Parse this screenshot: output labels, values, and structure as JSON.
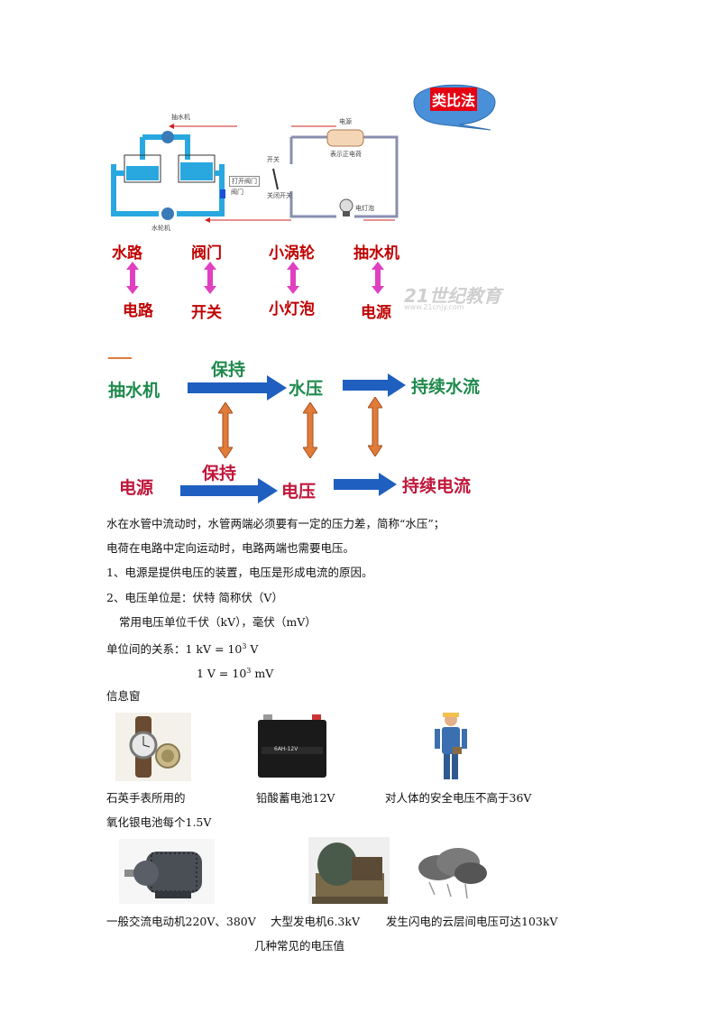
{
  "analogy_bubble": "类比法",
  "diagram1": {
    "pump_label": "抽水机",
    "turbine_label": "水轮机",
    "open_valve": "打开阀门",
    "valve_label": "阀门",
    "power_label": "电源",
    "charge_label": "表示正电荷",
    "switch_label": "开关",
    "close_switch": "关闭开关",
    "bulb_label": "电灯泡",
    "watermark": "21世纪教育",
    "watermark_url": "www.21cnjy.com",
    "pairs": [
      {
        "top": "水路",
        "bottom": "电路"
      },
      {
        "top": "阀门",
        "bottom": "开关"
      },
      {
        "top": "小涡轮",
        "bottom": "小灯泡"
      },
      {
        "top": "抽水机",
        "bottom": "电源"
      }
    ]
  },
  "diagram2": {
    "pump": "抽水机",
    "keep1": "保持",
    "water_pressure": "水压",
    "continuous_water": "持续水流",
    "power_source": "电源",
    "keep2": "保持",
    "voltage": "电压",
    "continuous_current": "持续电流"
  },
  "text": {
    "line1": "水在水管中流动时，水管两端必须要有一定的压力差，简称“水压”；",
    "line2": "电荷在电路中定向运动时，电路两端也需要电压。",
    "line3": "1、电源是提供电压的装置，电压是形成电流的原因。",
    "line4": "2、电压单位是：伏特 简称伏（V）",
    "line5": "常用电压单位千伏（kV），毫伏（mV）",
    "line6_prefix": "单位间的关系：1 kV = 10",
    "line6_exp": "3",
    "line6_suffix": " V",
    "line7_prefix": "1 V = 10",
    "line7_exp": "3",
    "line7_suffix": " mV",
    "info_window": "信息窗"
  },
  "captions": {
    "watch1": "石英手表所用的",
    "watch2": "氧化银电池每个1.5V",
    "battery": "铅酸蓄电池12V",
    "human": "对人体的安全电压不高于36V",
    "motor": "一般交流电动机220V、380V",
    "generator": "大型发电机6.3kV",
    "lightning": "发生闪电的云层间电压可达103kV",
    "figure_title": "几种常见的电压值"
  },
  "battery_label": "6AH-12V",
  "colors": {
    "red": "#c00000",
    "green": "#1f8a4c",
    "blue_arrow": "#1f5fbf",
    "orange_arrow": "#e07b39",
    "magenta": "#e040c0",
    "pipe": "#29a8e0",
    "bubble": "#4a90d9"
  }
}
